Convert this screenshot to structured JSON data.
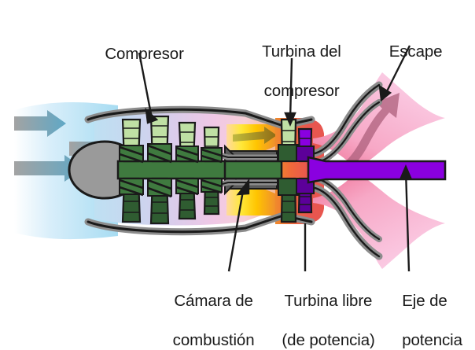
{
  "diagram": {
    "title": "Turboshaft gas turbine engine cutaway (Spanish labels)",
    "background": "#ffffff"
  },
  "labels": {
    "compresor": {
      "text": "Compresor",
      "lines": [
        "Compresor"
      ]
    },
    "turbina_compresor": {
      "text": "Turbina del compresor",
      "line1": "Turbina del",
      "line2": "compresor"
    },
    "escape": {
      "text": "Escape",
      "lines": [
        "Escape"
      ]
    },
    "camara": {
      "text": "Cámara de combustión",
      "line1": "Cámara de",
      "line2": "combustión"
    },
    "turbina_libre": {
      "text": "Turbina libre (de potencia)",
      "line1": "Turbina libre",
      "line2": "(de potencia)"
    },
    "eje": {
      "text": "Eje de potencia",
      "line1": "Eje de",
      "line2": "potencia"
    }
  },
  "parts": {
    "intake_arrows": "intake-airflow-arrows",
    "nose_cone": "nose-cone",
    "compressor_stages": "compressor-blade-stages",
    "combustor": "combustion-chamber",
    "compressor_turbine": "compressor-turbine-blade",
    "free_turbine": "free-power-turbine-blade",
    "power_shaft": "power-output-shaft",
    "exhaust_plume": "exhaust-plume",
    "exhaust_arrow": "exhaust-flow-arrow",
    "casing": "engine-casing"
  },
  "colors": {
    "intake_blue": "#bfe4f4",
    "intake_blue_light": "#e9f6fc",
    "arrow_gray": "#9d9d9d",
    "arrow_blue": "#5fa8c6",
    "nose_gray": "#9a9a9a",
    "casing_gray": "#8c8c8c",
    "casing_outline": "#1a1a1a",
    "band_blue": "#c6d8f0",
    "band_lavender": "#d9cdeb",
    "band_pink": "#f2c6e2",
    "blade_light": "#bfe0a4",
    "blade_mid": "#8fc47e",
    "blade_dark": "#2f5c31",
    "blade_rotor": "#3f7a3f",
    "flame_yellow": "#ffe000",
    "flame_orange": "#f4a03c",
    "flame_olive": "#9a8f18",
    "turbine_red": "#e8564f",
    "turbine_orange": "#f0882e",
    "purple": "#8a00e0",
    "purple_dark": "#5c0099",
    "exhaust_pink": "#fbc8e4",
    "exhaust_pink_deep": "#ef7f9e",
    "exhaust_arrow": "#b0637f",
    "text": "#1a1a1a"
  }
}
